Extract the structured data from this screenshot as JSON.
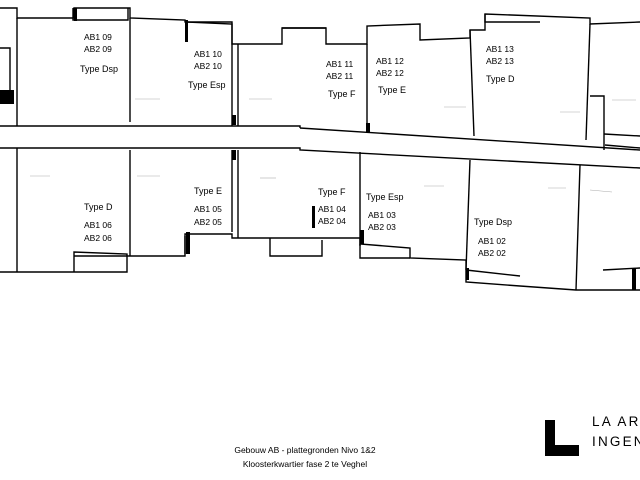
{
  "rooms_top": [
    {
      "units": [
        "AB1 09",
        "AB2 09"
      ],
      "type": "Type Dsp"
    },
    {
      "units": [
        "AB1 10",
        "AB2 10"
      ],
      "type": "Type Esp"
    },
    {
      "units": [
        "AB1 11",
        "AB2 11"
      ],
      "type": "Type F"
    },
    {
      "units": [
        "AB1 12",
        "AB2 12"
      ],
      "type": "Type E"
    },
    {
      "units": [
        "AB1 13",
        "AB2 13"
      ],
      "type": "Type D"
    }
  ],
  "rooms_bottom": [
    {
      "units": [
        "AB1 06",
        "AB2 06"
      ],
      "type": "Type D"
    },
    {
      "units": [
        "AB1 05",
        "AB2 05"
      ],
      "type": "Type E"
    },
    {
      "units": [
        "AB1 04",
        "AB2 04"
      ],
      "type": "Type F"
    },
    {
      "units": [
        "AB1 03",
        "AB2 03"
      ],
      "type": "Type Esp"
    },
    {
      "units": [
        "AB1 02",
        "AB2 02"
      ],
      "type": "Type Dsp"
    }
  ],
  "caption": {
    "line1": "Gebouw AB - plattegronden Nivo 1&2",
    "line2": "Kloosterkwartier fase 2 te Veghel"
  },
  "logo": {
    "line1": "LA AR",
    "line2": "INGEN"
  }
}
